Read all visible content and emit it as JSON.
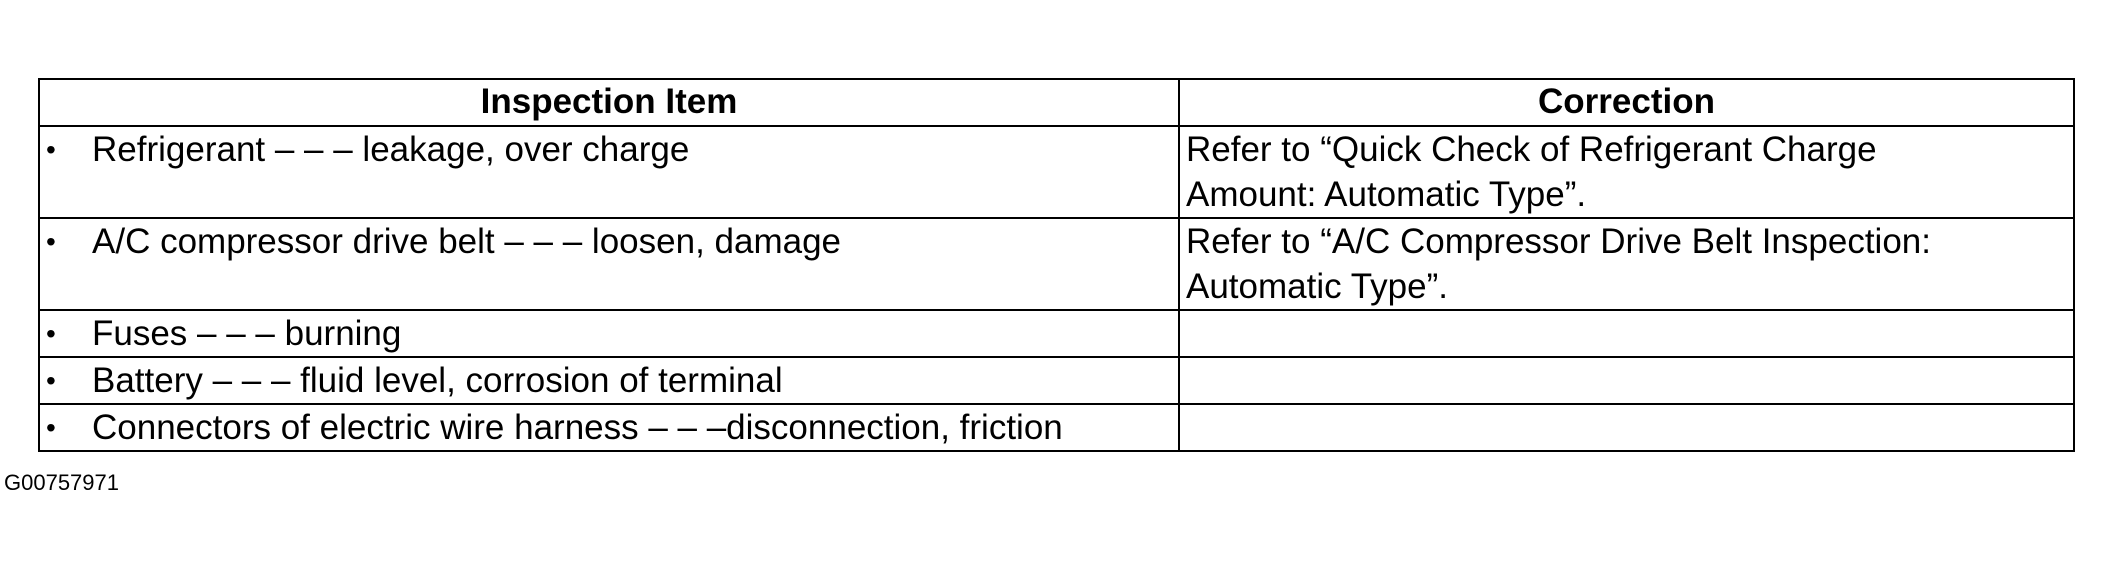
{
  "table": {
    "headers": {
      "item": "Inspection Item",
      "correction": "Correction"
    },
    "bullet_char": "•",
    "rows": [
      {
        "item": "Refrigerant – – – leakage, over charge",
        "correction_lines": [
          "Refer to “Quick Check of Refrigerant Charge",
          "Amount: Automatic Type”."
        ]
      },
      {
        "item": "A/C compressor drive belt – – – loosen, damage",
        "correction_lines": [
          "Refer to “A/C Compressor Drive Belt Inspection:",
          "Automatic Type”."
        ]
      },
      {
        "item": "Fuses – – – burning",
        "correction_lines": []
      },
      {
        "item": "Battery – – – fluid level, corrosion of terminal",
        "correction_lines": []
      },
      {
        "item": "Connectors of electric wire harness – – –disconnection, friction",
        "correction_lines": []
      }
    ]
  },
  "figure_id": "G00757971"
}
